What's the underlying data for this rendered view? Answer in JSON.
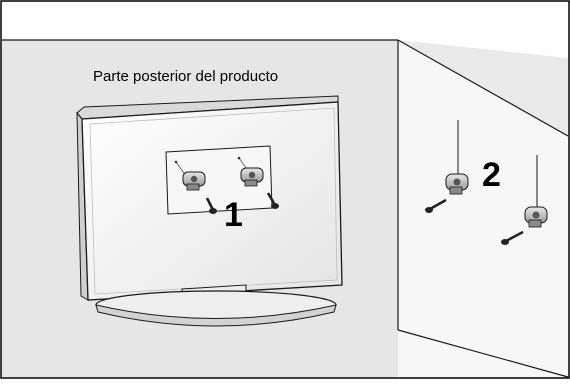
{
  "caption": "Parte posterior del producto",
  "step_labels": {
    "one": "1",
    "two": "2"
  },
  "colors": {
    "scene_background": "#e6e6e6",
    "wall_face": "#ececec",
    "side_wall": "#f6f6f6",
    "outline": "#1a1a1a",
    "tv_body": "#f2f2f2",
    "bracket": "#b9b9b9",
    "screw": "#222222"
  },
  "icons": [
    "tv-back-icon",
    "wall-bracket-icon",
    "screw-icon"
  ]
}
